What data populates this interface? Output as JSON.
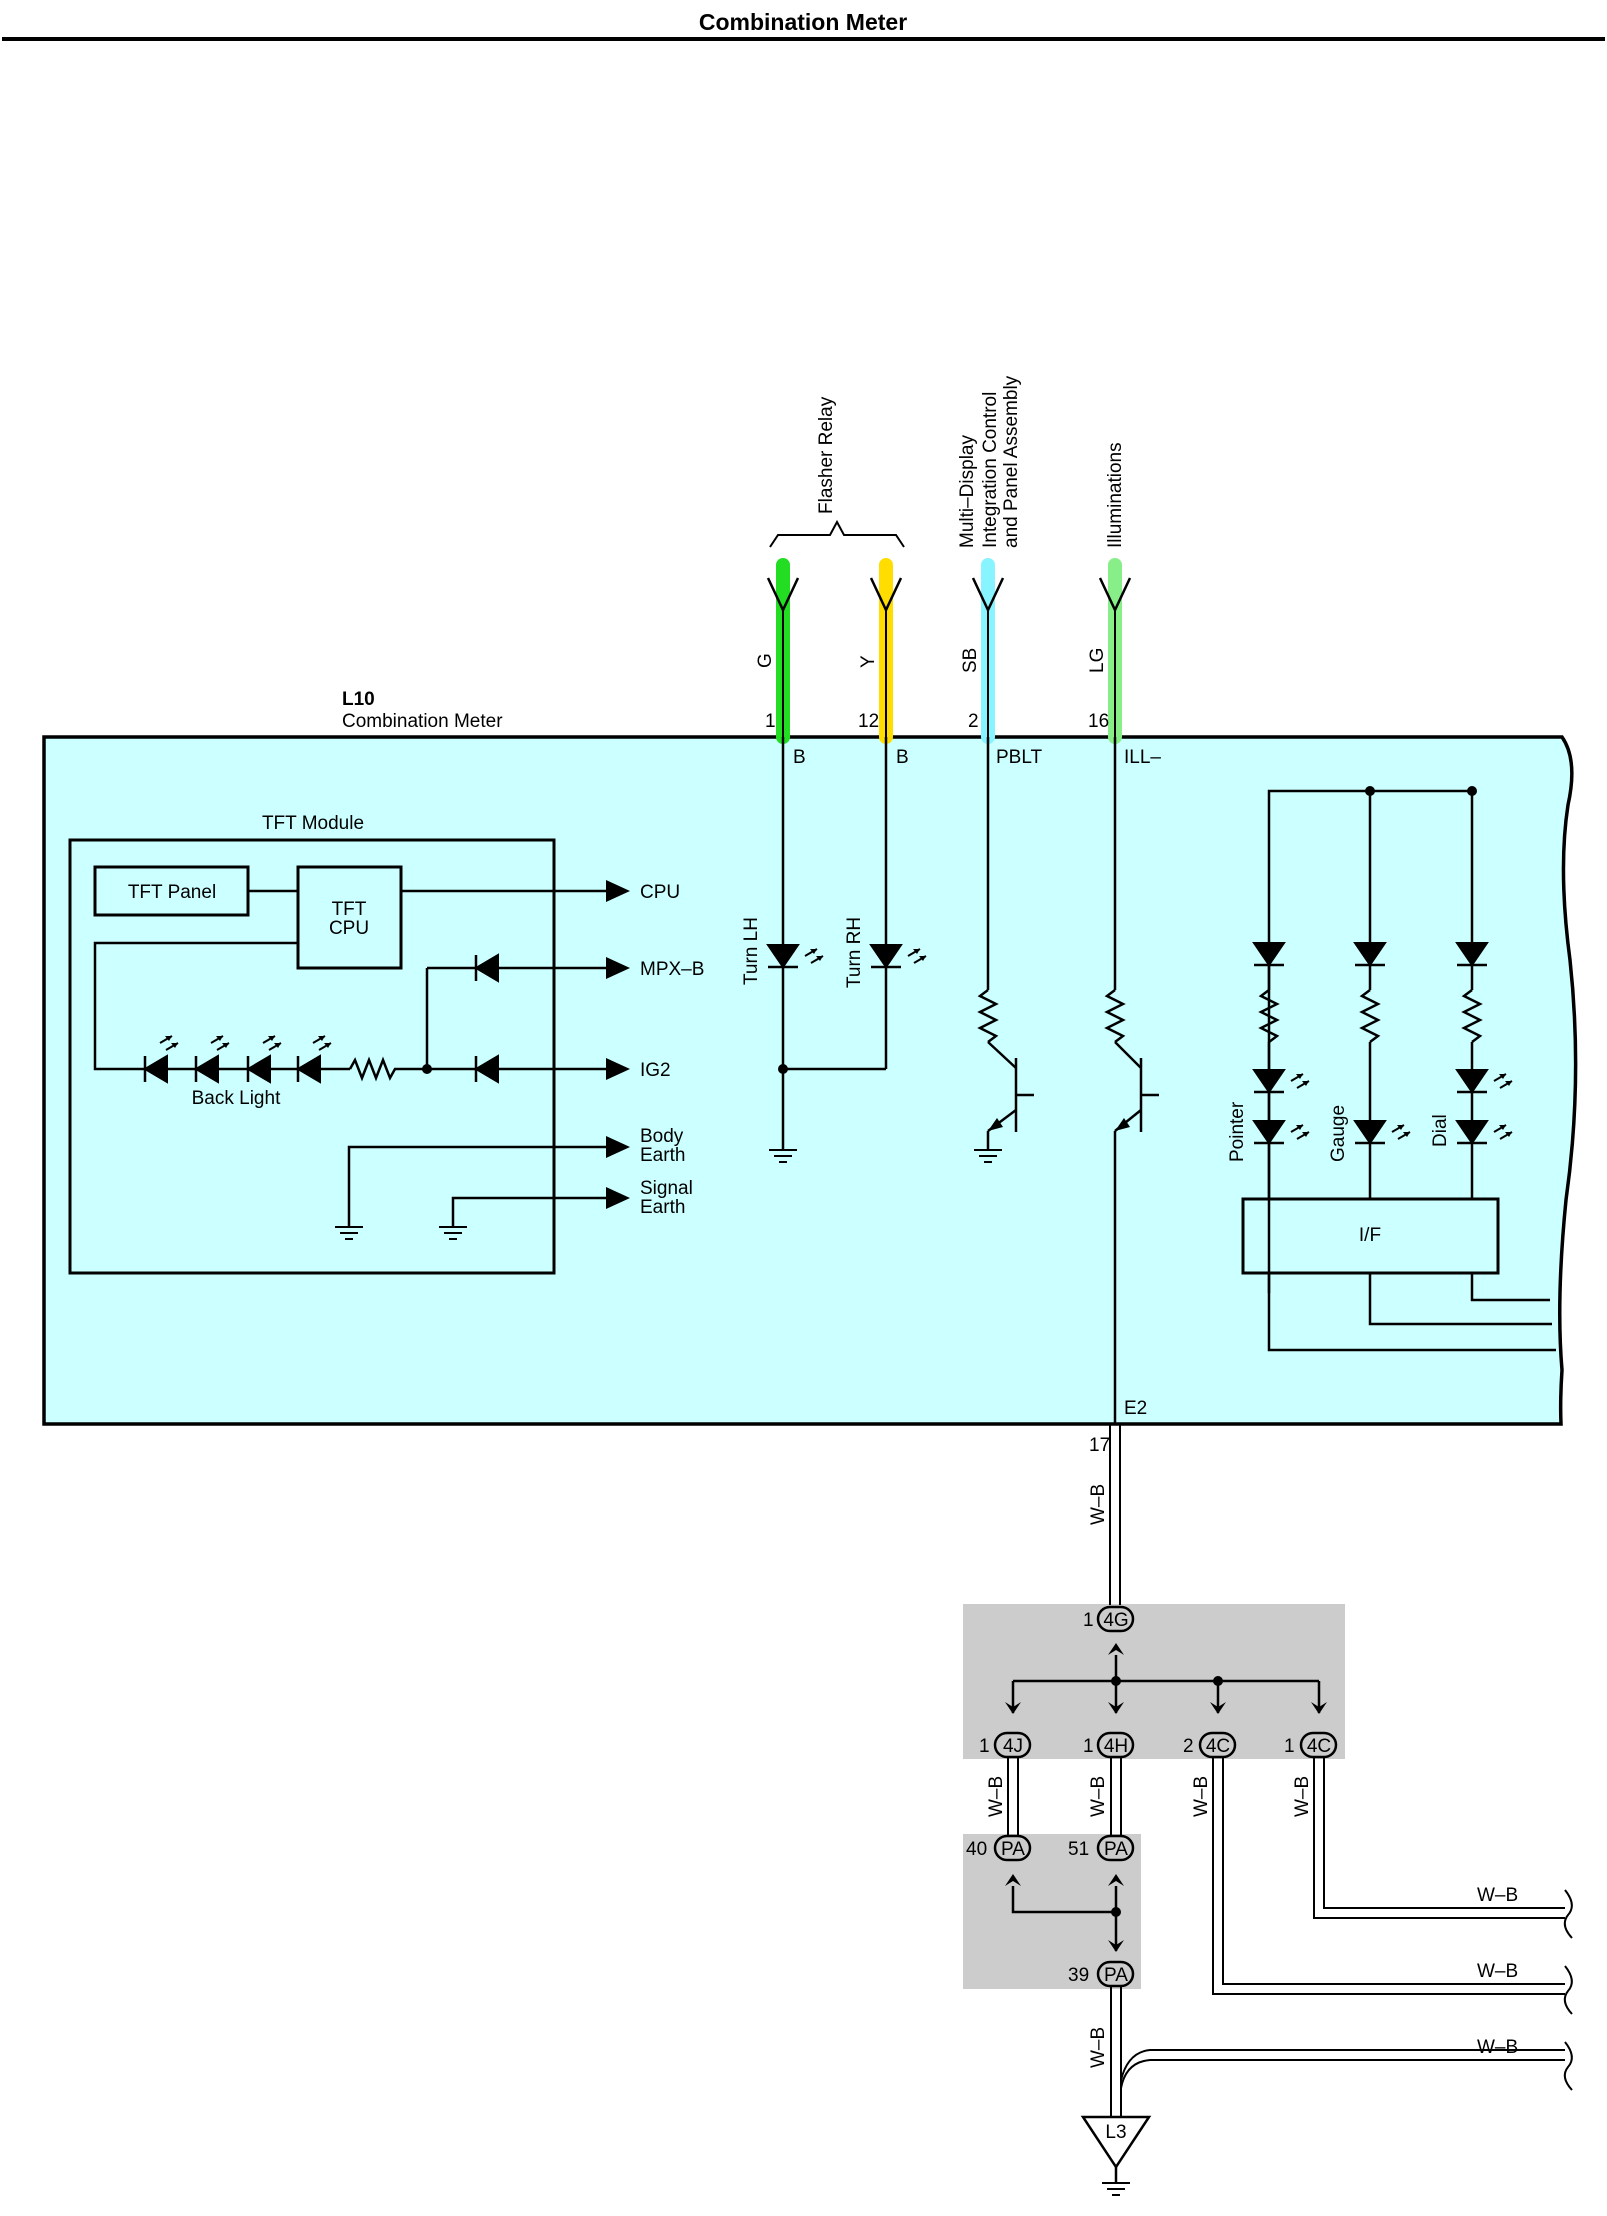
{
  "title": "Combination Meter",
  "component": {
    "id": "L10",
    "name": "Combination Meter"
  },
  "flasher_relay": "Flasher Relay",
  "wires": [
    {
      "color_code": "G",
      "pin": "1",
      "terminal": "B",
      "color": "#22dd22"
    },
    {
      "color_code": "Y",
      "pin": "12",
      "terminal": "B",
      "color": "#ffdd00"
    },
    {
      "color_code": "SB",
      "pin": "2",
      "terminal": "PBLT",
      "color": "#88f4ff"
    },
    {
      "color_code": "LG",
      "pin": "16",
      "terminal": "ILL–",
      "color": "#88ee88"
    }
  ],
  "destinations": {
    "multi_display": "Multi–Display Integration Control and Panel Assembly",
    "illuminations": "Illuminations"
  },
  "tft": {
    "module": "TFT Module",
    "panel": "TFT Panel",
    "cpu_line1": "TFT",
    "cpu_line2": "CPU",
    "back_light": "Back Light"
  },
  "signals": {
    "cpu": "CPU",
    "mpxb": "MPX–B",
    "ig2": "IG2",
    "body_earth_1": "Body",
    "body_earth_2": "Earth",
    "signal_earth_1": "Signal",
    "signal_earth_2": "Earth"
  },
  "leds": {
    "turn_lh": "Turn LH",
    "turn_rh": "Turn RH",
    "pointer": "Pointer",
    "gauge": "Gauge",
    "dial": "Dial"
  },
  "interface": "I/F",
  "ground_terminal": "E2",
  "ground_pin": "17",
  "ground_wire": "W–B",
  "junctions": {
    "j4g": {
      "pin": "1",
      "id": "4G"
    },
    "j4j": {
      "pin": "1",
      "id": "4J"
    },
    "j4h": {
      "pin": "1",
      "id": "4H"
    },
    "j4c_a": {
      "pin": "2",
      "id": "4C"
    },
    "j4c_b": {
      "pin": "1",
      "id": "4C"
    },
    "pa40": {
      "pin": "40",
      "id": "PA"
    },
    "pa51": {
      "pin": "51",
      "id": "PA"
    },
    "pa39": {
      "pin": "39",
      "id": "PA"
    }
  },
  "ground_point": "L3",
  "colors": {
    "meter_fill": "#ccffff",
    "junction_box": "#cccccc"
  }
}
